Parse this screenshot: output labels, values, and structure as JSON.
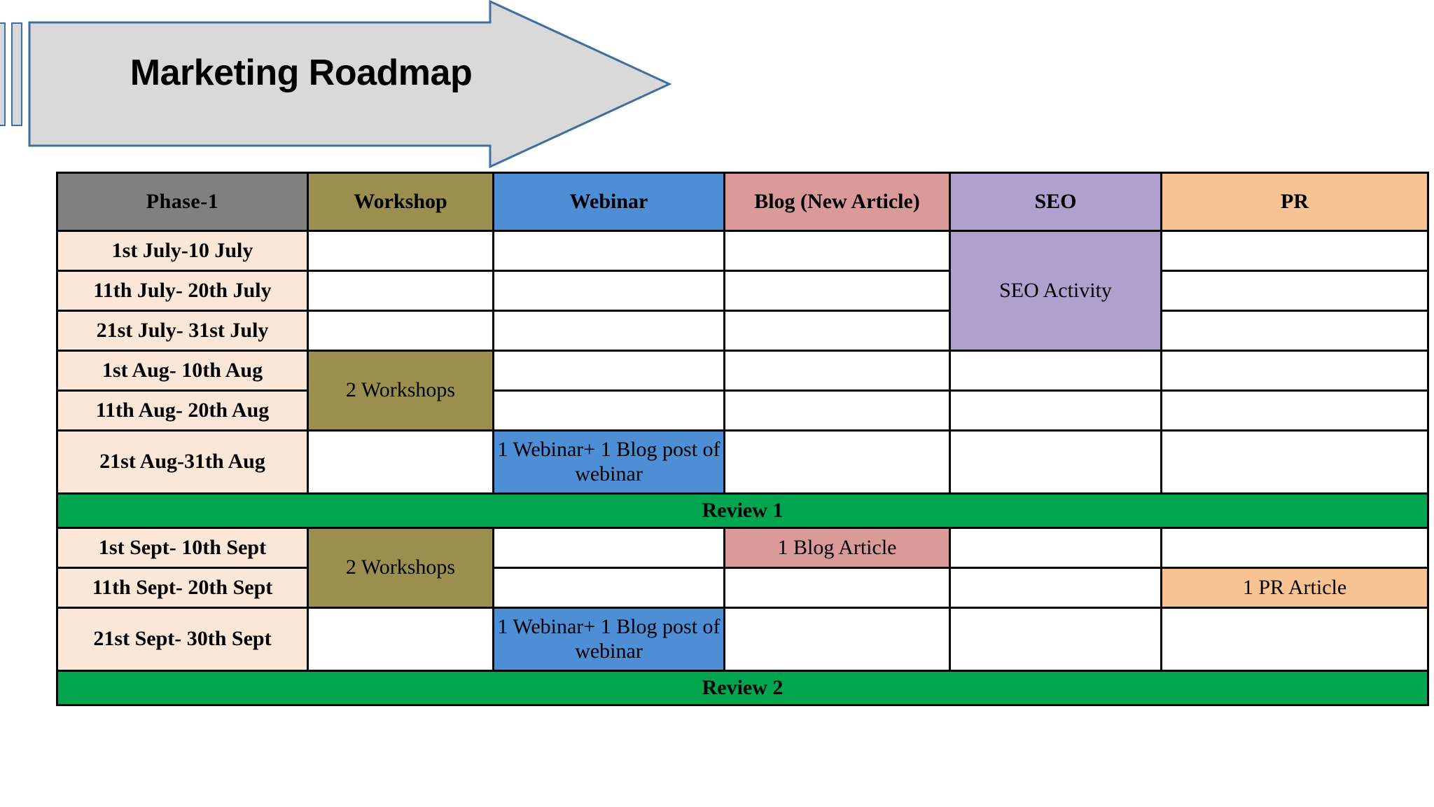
{
  "banner": {
    "title": "Marketing Roadmap",
    "icon": "right-arrow-banner",
    "fill": "#d9d9d9",
    "stroke": "#3f6f9f"
  },
  "colors": {
    "phase_header": "#808080",
    "workshop": "#9a8f4f",
    "webinar": "#4e8ed4",
    "blog": "#da9a9a",
    "seo": "#b0a0ce",
    "pr": "#f8c392",
    "date_cell": "#fbe7d7",
    "review": "#00a64f",
    "empty": "#ffffff",
    "border": "#000000"
  },
  "table": {
    "headers": [
      {
        "label": "Phase-1",
        "key": "phase"
      },
      {
        "label": "Workshop",
        "key": "workshop"
      },
      {
        "label": "Webinar",
        "key": "webinar"
      },
      {
        "label": "Blog (New Article)",
        "key": "blog"
      },
      {
        "label": "SEO",
        "key": "seo"
      },
      {
        "label": "PR",
        "key": "pr"
      }
    ],
    "rows": [
      {
        "date": "1st July-10 July"
      },
      {
        "date": "11th July- 20th July"
      },
      {
        "date": "21st July- 31st July"
      },
      {
        "date": "1st Aug- 10th Aug"
      },
      {
        "date": "11th Aug- 20th Aug"
      },
      {
        "date": "21st Aug-31th Aug"
      },
      {
        "date": "1st Sept- 10th Sept"
      },
      {
        "date": "11th Sept- 20th Sept"
      },
      {
        "date": "21st Sept- 30th Sept"
      }
    ],
    "activities": {
      "seo_activity": "SEO Activity",
      "workshops_aug": "2 Workshops",
      "workshops_sept": "2 Workshops",
      "webinar_aug": "1 Webinar+ 1 Blog post of webinar",
      "webinar_sept": "1 Webinar+ 1 Blog post of webinar",
      "blog_article": "1 Blog Article",
      "pr_article": "1 PR Article"
    },
    "reviews": {
      "review_1": "Review 1",
      "review_2": "Review 2"
    }
  }
}
